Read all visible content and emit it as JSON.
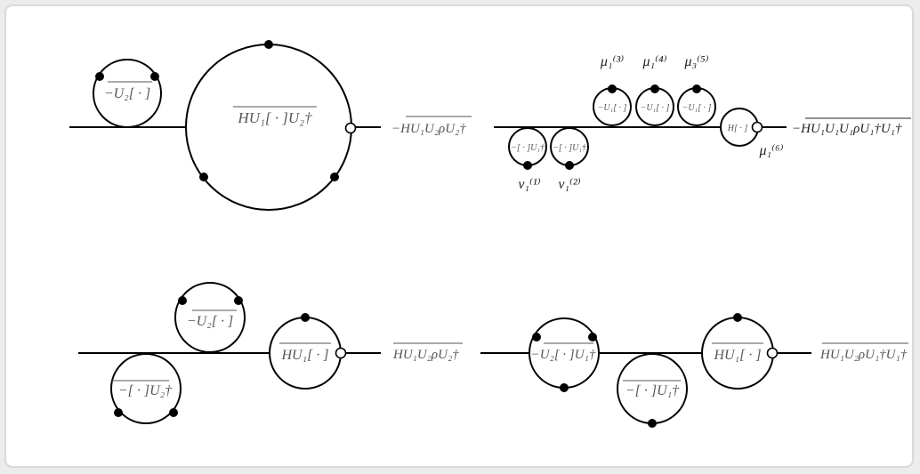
{
  "diagrams": [
    {
      "id": "top-left",
      "loops": [
        {
          "label": "−U₂[ · ]"
        },
        {
          "label": "HU₁[ · ]U₂†"
        }
      ],
      "external_label": "−HU₁U₂ρU₂†"
    },
    {
      "id": "top-right",
      "loops": [
        {
          "label": "−U₁[ · ]",
          "mark": "μ₁⁽³⁾"
        },
        {
          "label": "−U₁[ · ]",
          "mark": "μ₁⁽⁴⁾"
        },
        {
          "label": "−U₁[ · ]",
          "mark": "μ₃⁽⁵⁾"
        },
        {
          "label": "−[ · ]U₁†",
          "mark": "ν₁⁽¹⁾"
        },
        {
          "label": "−[ · ]U₁†",
          "mark": "ν₁⁽²⁾"
        },
        {
          "label": "H[ · ]",
          "mark": "μ₁⁽⁶⁾"
        }
      ],
      "external_label": "−HU₁U₁U₁ρU₁†U₁†"
    },
    {
      "id": "bottom-left",
      "loops": [
        {
          "label": "−U₂[ · ]"
        },
        {
          "label": "−[ · ]U₂†"
        },
        {
          "label": "HU₁[ · ]"
        }
      ],
      "external_label": "HU₁U₂ρU₂†"
    },
    {
      "id": "bottom-right",
      "loops": [
        {
          "label": "−U₂[ · ]U₁†"
        },
        {
          "label": "−[ · ]U₁†"
        },
        {
          "label": "HU₁[ · ]"
        }
      ],
      "external_label": "HU₁U₂ρU₁†U₁†"
    }
  ]
}
